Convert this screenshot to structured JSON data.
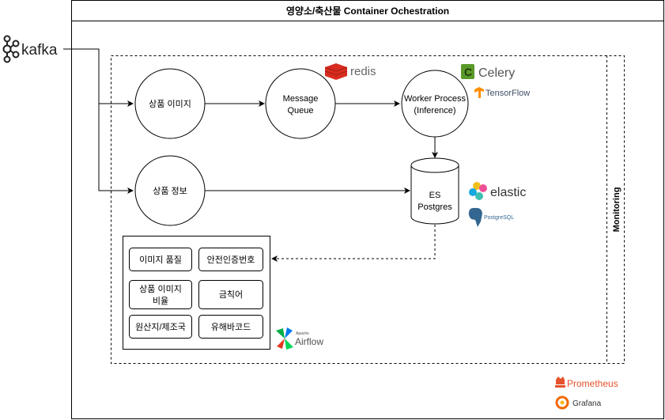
{
  "title": "영양소/축산물 Container Ochestration",
  "kafka": {
    "label": "kafka"
  },
  "nodes": {
    "product_image": "상품 이미지",
    "message_queue": [
      "Message",
      "Queue"
    ],
    "worker": [
      "Worker Process",
      "(Inference)"
    ],
    "product_info": "상품 정보",
    "storage": [
      "ES",
      "Postgres"
    ]
  },
  "checks": [
    {
      "label": [
        "이미지 품질"
      ]
    },
    {
      "label": [
        "안전인증번호"
      ]
    },
    {
      "label": [
        "상품 이미지",
        "비율"
      ]
    },
    {
      "label": [
        "금칙어"
      ]
    },
    {
      "label": [
        "원산지/제조국"
      ]
    },
    {
      "label": [
        "유해바코드"
      ]
    }
  ],
  "monitoring": "Monitoring",
  "logos": {
    "redis": "redis",
    "celery": "Celery",
    "tensorflow": "TensorFlow",
    "elastic": "elastic",
    "postgresql": "PostgreSQL",
    "airflow_small": "Apache",
    "airflow": "Airflow",
    "prometheus": "Prometheus",
    "grafana": "Grafana"
  },
  "colors": {
    "redis": "#d82c20",
    "celery": "#5a9a2a",
    "tensorflow": "#ff8f00",
    "prometheus": "#e6522c",
    "grafana": "#f46800",
    "postgres": "#336791"
  }
}
